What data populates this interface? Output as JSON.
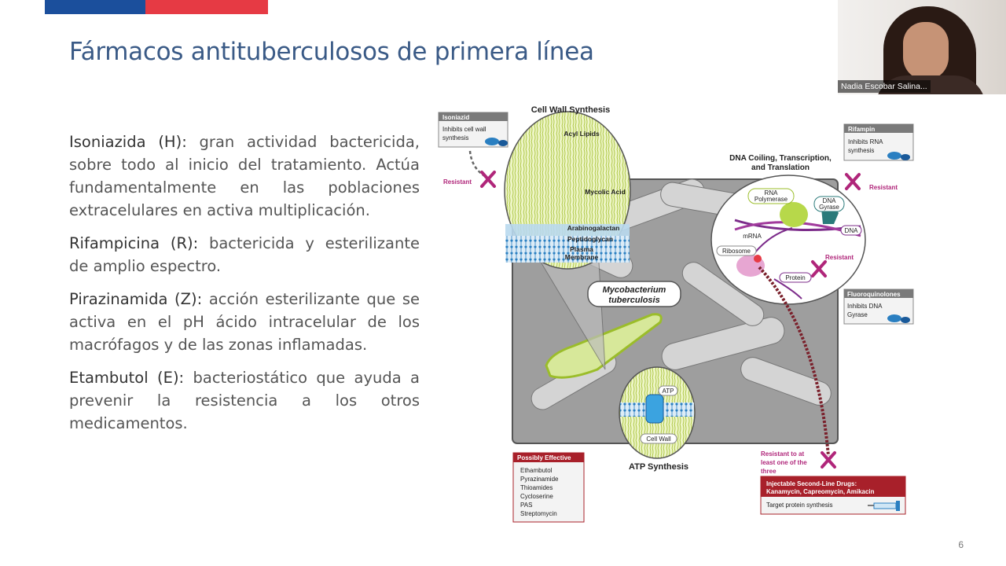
{
  "slide": {
    "title": "Fármacos antituberculosos de primera línea",
    "page_number": "6",
    "paragraphs": [
      {
        "term": "Isoniazida (H):",
        "text": " gran actividad bactericida, sobre todo al inicio del tratamiento. Actúa fundamentalmente en las poblaciones extracelulares en activa multiplicación."
      },
      {
        "term": "Rifampicina (R):",
        "text": " bactericida y esterilizante de amplio espectro."
      },
      {
        "term": "Pirazinamida (Z):",
        "text": " acción esterilizante que se activa en el pH ácido intracelular de los macrófagos y de las zonas inflamadas."
      },
      {
        "term": "Etambutol (E):",
        "text": " bacteriostático que ayuda a prevenir la resistencia a los otros medicamentos."
      }
    ]
  },
  "diagram": {
    "cell_wall_title": "Cell Wall Synthesis",
    "acyl_lipids": "Acyl Lipids",
    "mycolic_acid": "Mycolic Acid",
    "arabinogalactan": "Arabinogalactan",
    "peptidoglycan": "Peptidoglycan",
    "plasma_membrane_1": "Plasma",
    "plasma_membrane_2": "Membrane",
    "isoniazid_title": "Isoniazid",
    "isoniazid_desc_1": "Inhibits cell wall",
    "isoniazid_desc_2": "synthesis",
    "resistant": "Resistant",
    "rifampin_title": "Rifampin",
    "rifampin_desc_1": "Inhibits RNA",
    "rifampin_desc_2": "synthesis",
    "dna_title_1": "DNA Coiling, Transcription,",
    "dna_title_2": "and Translation",
    "rna_polymerase_1": "RNA",
    "rna_polymerase_2": "Polymerase",
    "dna_gyrase_1": "DNA",
    "dna_gyrase_2": "Gyrase",
    "dna": "DNA",
    "mrna": "mRNA",
    "ribosome": "Ribosome",
    "protein": "Protein",
    "fluoroquinolones_title": "Fluoroquinolones",
    "fluoroquinolones_desc_1": "Inhibits DNA",
    "fluoroquinolones_desc_2": "Gyrase",
    "mycobacterium_1": "Mycobacterium",
    "mycobacterium_2": "tuberculosis",
    "atp": "ATP",
    "cell_wall": "Cell Wall",
    "atp_synthesis": "ATP Synthesis",
    "possibly_effective_title": "Possibly Effective",
    "possibly_effective_items": [
      "Ethambutol",
      "Pyrazinamide",
      "Thioamides",
      "Cycloserine",
      "PAS",
      "Streptomycin"
    ],
    "resistant_three_1": "Resistant to at",
    "resistant_three_2": "least one of the",
    "resistant_three_3": "three",
    "injectable_title_1": "Injectable Second-Line Drugs:",
    "injectable_title_2": "Kanamycin, Capreomycin, Amikacin",
    "injectable_desc": "Target protein synthesis"
  },
  "video": {
    "participant_name": "Nadia Escobar Salina..."
  },
  "colors": {
    "title": "#3a5a86",
    "bar_blue": "#1b4f9c",
    "bar_red": "#e63a44",
    "resistant_magenta": "#b0267a",
    "box_header_gray": "#7a7a7a",
    "possibly_red": "#a8202a"
  }
}
